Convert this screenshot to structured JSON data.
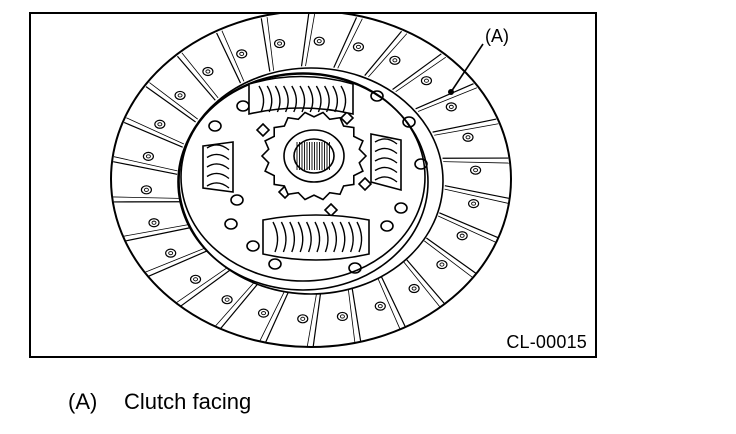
{
  "figure": {
    "callout": "(A)",
    "code": "CL-00015"
  },
  "legend": {
    "items": [
      {
        "key": "(A)",
        "text": "Clutch facing"
      }
    ]
  }
}
